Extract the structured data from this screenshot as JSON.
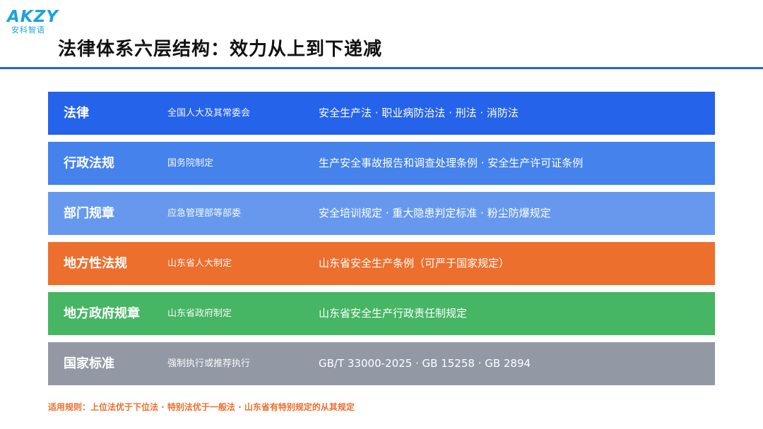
{
  "logo": {
    "mark": "AKZY",
    "subtitle": "安科智语"
  },
  "title": "法律体系六层结构：效力从上到下递减",
  "layers": [
    {
      "name": "法律",
      "issuer": "全国人大及其常委会",
      "examples": "安全生产法 · 职业病防治法 · 刑法 · 消防法",
      "color": "#2563eb"
    },
    {
      "name": "行政法规",
      "issuer": "国务院制定",
      "examples": "生产安全事故报告和调查处理条例 · 安全生产许可证条例",
      "color": "#4582ec"
    },
    {
      "name": "部门规章",
      "issuer": "应急管理部等部委",
      "examples": "安全培训规定 · 重大隐患判定标准 · 粉尘防爆规定",
      "color": "#6699ee"
    },
    {
      "name": "地方性法规",
      "issuer": "山东省人大制定",
      "examples": "山东省安全生产条例（可严于国家规定）",
      "color": "#ec6f2d"
    },
    {
      "name": "地方政府规章",
      "issuer": "山东省政府制定",
      "examples": "山东省安全生产行政责任制规定",
      "color": "#46b564"
    },
    {
      "name": "国家标准",
      "issuer": "强制执行或推荐执行",
      "examples": "GB/T 33000-2025 · GB 15258 · GB 2894",
      "color": "#9299a4"
    }
  ],
  "footnote": "适用规则：上位法优于下位法 · 特别法优于一般法 · 山东省有特别规定的从其规定"
}
